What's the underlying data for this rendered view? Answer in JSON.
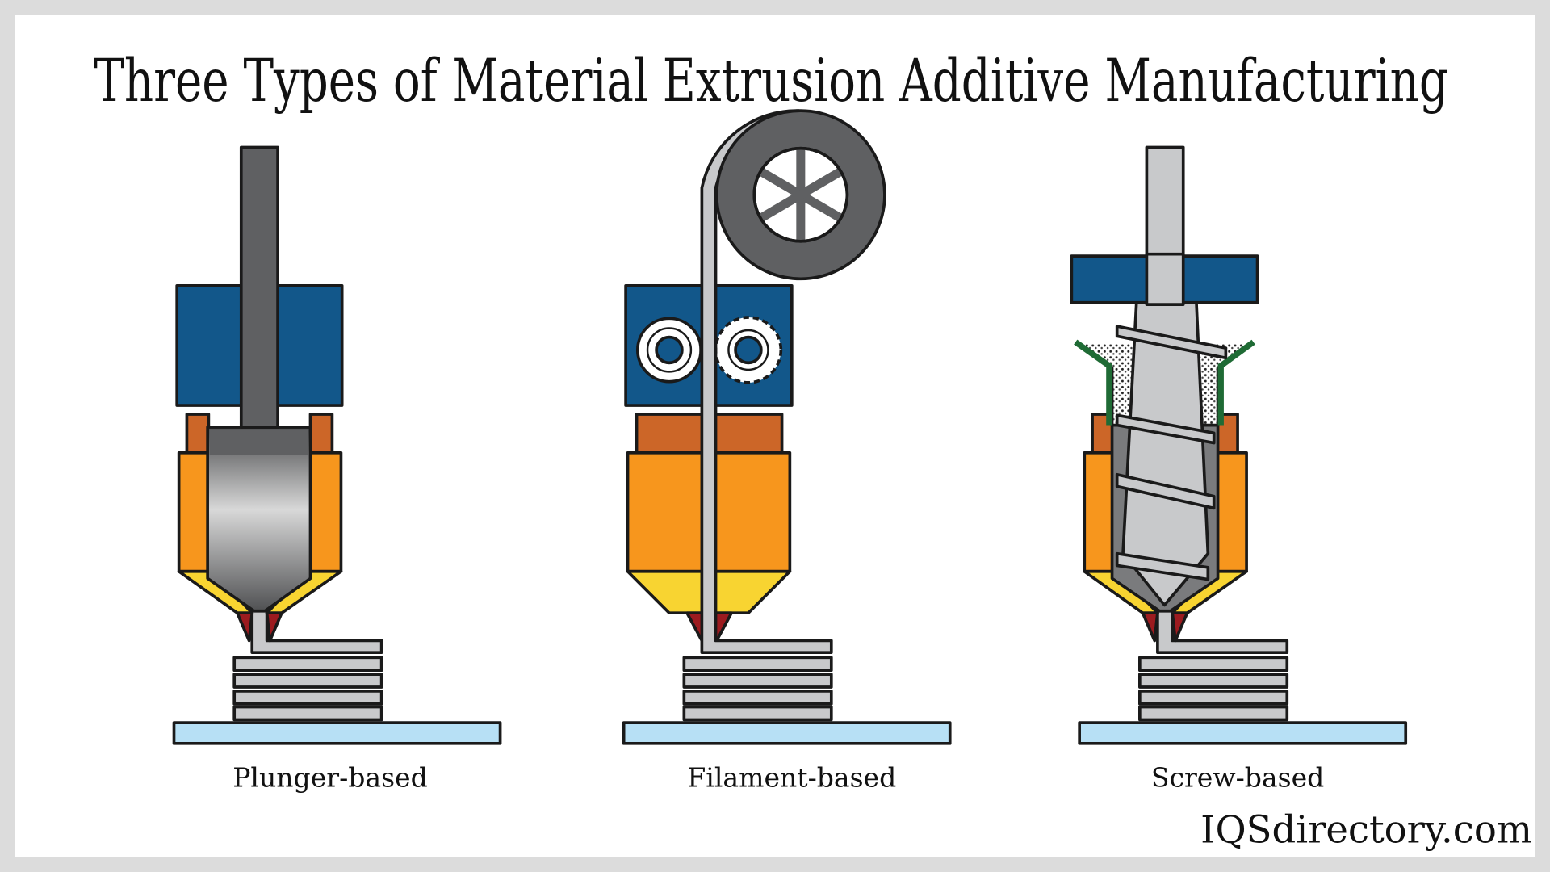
{
  "title": "Three Types of Material Extrusion Additive Manufacturing",
  "panels": [
    {
      "label": "Plunger-based"
    },
    {
      "label": "Filament-based"
    },
    {
      "label": "Screw-based"
    }
  ],
  "brand": "IQSdirectory.com",
  "colors": {
    "block_blue": "#12578a",
    "heater_orange": "#f7961d",
    "heater_dark_orange": "#cc6628",
    "nozzle_yellow": "#f8d431",
    "tip_red": "#9c1b1f",
    "layer_gray": "#c8c9cb",
    "bed_blue": "#b7e0f5",
    "rod_gray": "#5f6062",
    "hopper_green": "#1f6b35"
  }
}
